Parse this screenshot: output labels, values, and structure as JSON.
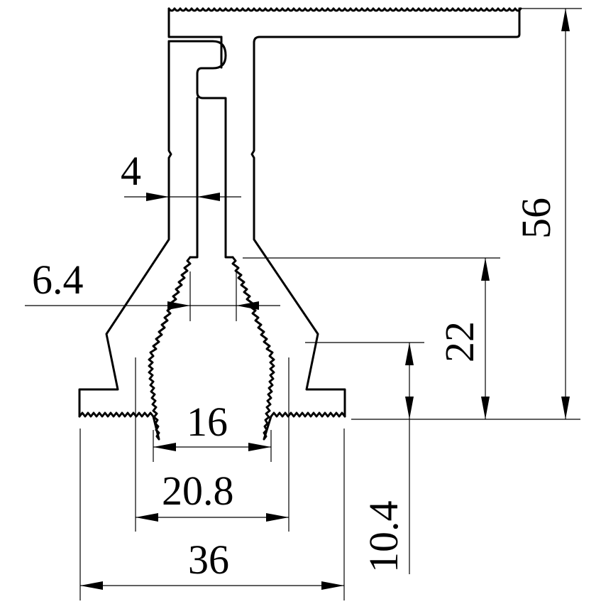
{
  "drawing": {
    "type": "profile cross-section",
    "line_color": "#000000",
    "background": "#ffffff"
  },
  "dimensions": {
    "overall_height": "56",
    "cone_height": "22",
    "lower_height": "10.4",
    "stem_width": "4",
    "neck_width": "6.4",
    "inner_width": "16",
    "thread_width": "20.8",
    "base_width": "36"
  }
}
